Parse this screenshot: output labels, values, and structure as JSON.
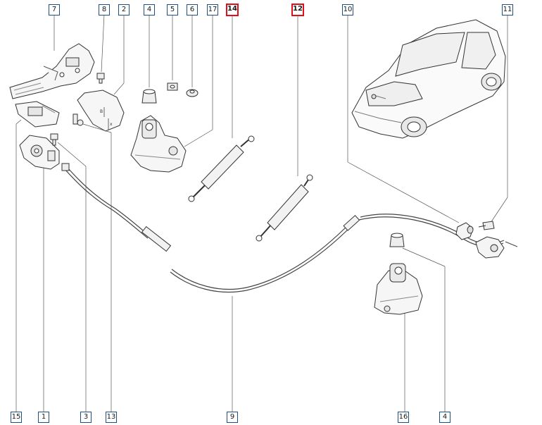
{
  "diagram": {
    "highlight_color": "#e0101a",
    "callout_border_color": "#1a4f8a",
    "callouts": {
      "c7": "7",
      "c8": "8",
      "c2": "2",
      "c4": "4",
      "c5": "5",
      "c6": "6",
      "c17": "17",
      "c14": "14",
      "c12": "12",
      "c10": "10",
      "c11": "11",
      "c15": "15",
      "c1": "1",
      "c3": "3",
      "c13": "13",
      "c9": "9",
      "c16": "16",
      "c4b": "4"
    },
    "small_labels": {
      "b": "B",
      "x": "x"
    }
  }
}
